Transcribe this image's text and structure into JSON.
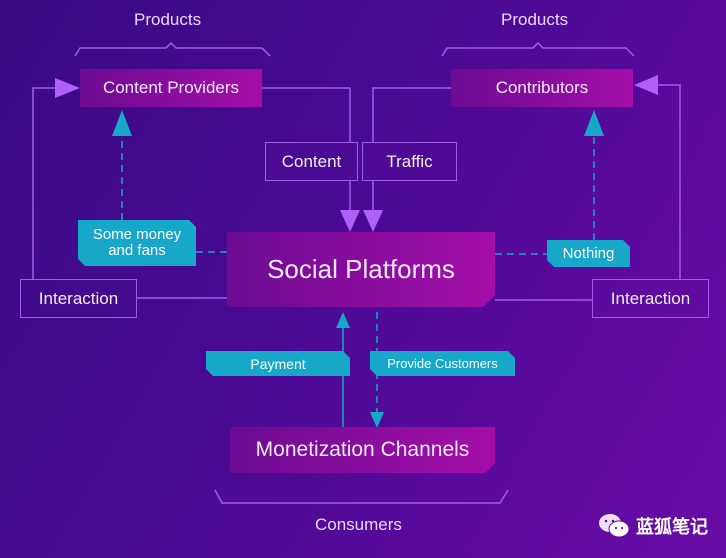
{
  "top_left": {
    "brace_label": "Products",
    "node": "Content Providers"
  },
  "top_right": {
    "brace_label": "Products",
    "node": "Contributors"
  },
  "flows": {
    "content": "Content",
    "traffic": "Traffic"
  },
  "center": {
    "node": "Social Platforms"
  },
  "side": {
    "left_interaction": "Interaction",
    "right_interaction": "Interaction"
  },
  "tags": {
    "some_money": "Some money and fans",
    "nothing": "Nothing",
    "payment": "Payment",
    "provide_customers": "Provide Customers"
  },
  "bottom": {
    "node": "Monetization Channels",
    "brace_label": "Consumers"
  },
  "watermark": {
    "text": "蓝狐笔记",
    "icon": "wechat-icon"
  },
  "colors": {
    "line": "#a35af0",
    "tag": "#17a7c9",
    "node_start": "#6c0c92",
    "node_end": "#a40ea8"
  }
}
